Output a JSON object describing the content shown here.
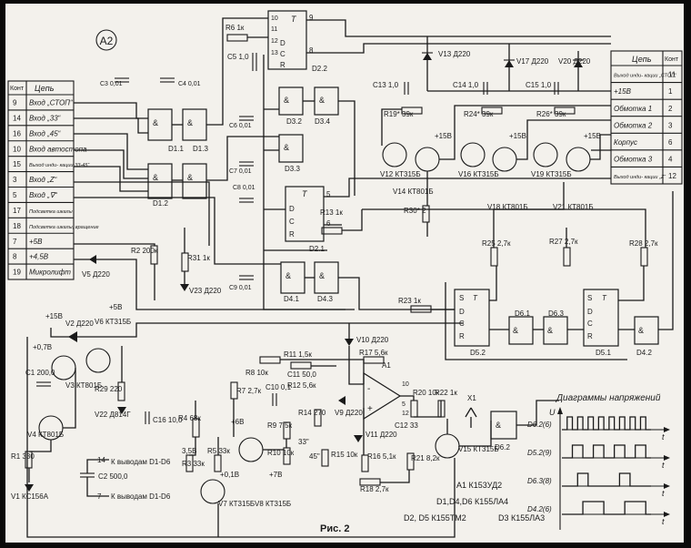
{
  "board_label": "A2",
  "left_table": {
    "header": [
      "Конт",
      "Цепь"
    ],
    "rows": [
      [
        "9",
        "Вход „СТОП“"
      ],
      [
        "14",
        "Вход „33“"
      ],
      [
        "16",
        "Вход „45“"
      ],
      [
        "10",
        "Вход автостопа"
      ],
      [
        "15",
        "Выход инди- кации„33-45“"
      ],
      [
        "3",
        "Вход „Z“"
      ],
      [
        "5",
        "Вход „∇“"
      ],
      [
        "17",
        "Подсветка шкалы"
      ],
      [
        "18",
        "Подсветка шкалы, вращение"
      ],
      [
        "7",
        "+5В"
      ],
      [
        "8",
        "+4,5В"
      ],
      [
        "19",
        "Микролифт"
      ]
    ]
  },
  "right_table": {
    "header": [
      "Цепь",
      "Конт"
    ],
    "rows": [
      [
        "Выход инди- кации „СТОП“",
        "11"
      ],
      [
        "+15В",
        "1"
      ],
      [
        "Обмотка 1",
        "2"
      ],
      [
        "Обмотка 2",
        "3"
      ],
      [
        "Корпус",
        "6"
      ],
      [
        "Обмотка 3",
        "4"
      ],
      [
        "Выход инди- кации „Z“",
        "12"
      ]
    ]
  },
  "components": {
    "R6": "R6 1к",
    "C5": "C5 1,0",
    "C3": "C3 0,01",
    "C4": "C4 0,01",
    "C6": "C6 0,01",
    "C7": "C7 0,01",
    "C8": "C8 0,01",
    "C9": "C9 0,01",
    "R13": "R13 1к",
    "R30": "R30* 2",
    "V14": "V14 КТ801Б",
    "C13": "C13 1,0",
    "C14": "C14 1,0",
    "C15": "C15 1,0",
    "V13": "V13 Д220",
    "V17": "V17 Д220",
    "V20": "V20 Д220",
    "R19": "R19* 39к",
    "R24": "R24* 39к",
    "R26": "R26* 39к",
    "V12": "V12 КТ315Б",
    "V16": "V16 КТ315Б",
    "V19": "V19 КТ315Б",
    "V18": "V18 КТ801Б",
    "V21": "V21 КТ801Б",
    "R25": "R25 2,7к",
    "R27": "R27 2,7к",
    "R28": "R28 2,7к",
    "R23": "R23 1к",
    "R2": "R2 200к",
    "R31": "R31 1к",
    "V23": "V23 Д220",
    "V5": "V5 Д220",
    "V2": "V2 Д220",
    "V6": "V6 КТ315Б",
    "V3": "V3 КТ801Б",
    "C1": "C1 200,0",
    "R29": "R29 220",
    "V22": "V22 Д814Г",
    "C16": "C16 10,0",
    "V4": "V4 КТ801Б",
    "R1": "R1 330",
    "V1": "V1 КС156А",
    "C2": "C2 500,0",
    "R4": "R4 68к",
    "R3": "R3 33к",
    "R5": "R5 33к",
    "R7": "R7 2,7к",
    "R8": "R8 10к",
    "R11": "R11 1,5к",
    "C11": "C11 50,0",
    "R12": "R12 5,6к",
    "C10": "C10 0,1",
    "R9": "R9 7,5к",
    "R10": "R10 10к",
    "R14": "R14 270",
    "V9": "V9 Д220",
    "R15": "R15 10к",
    "R16": "R16 5,1к",
    "R17": "R17 5,6к",
    "V10": "V10 Д220",
    "V11": "V11 Д220",
    "C12": "C12 33",
    "R20": "R20 10к",
    "R22": "R22 1к",
    "R21": "R21 8,2к",
    "R18": "R18 2,7к",
    "V15": "V15 КТ315Б",
    "V7": "V7 КТ315Б",
    "V8": "V8 КТ315Б",
    "A1": "A1"
  },
  "gates": {
    "D1_1": "D1.1",
    "D1_2": "D1.2",
    "D1_3": "D1.3",
    "D2_2": "D2.2",
    "D3_2": "D3.2",
    "D3_4": "D3.4",
    "D3_3": "D3.3",
    "D2_1": "D2.1",
    "D4_1": "D4.1",
    "D4_3": "D4.3",
    "D5_2": "D5.2",
    "D6_1": "D6.1",
    "D6_3": "D6.3",
    "D5_1": "D5.1",
    "D4_2": "D4.2",
    "D6_2": "D6.2"
  },
  "misc_text": {
    "v_plus15": "+15В",
    "v_plus5": "+5В",
    "v_078": "+0,7В",
    "v_6b": "+6В",
    "v_358": "3,5В",
    "v_01": "+0,1В",
    "v_76": "+7В",
    "t33": "33\"",
    "t45": "45\"",
    "k_out1": "К выводам D1-D6",
    "k_out2": "К выводам D1-D6",
    "pin14": "14",
    "pin7": "7",
    "x1": "X1"
  },
  "ic_list": {
    "line1": "A1 К153УД2",
    "line2": "D1,D4,D6 К155ЛА4",
    "line3": "D2, D5 К155ТМ2",
    "line4": "D3 К155ЛА3"
  },
  "timing": {
    "title": "Диаграммы напряжений",
    "axis_u": "U",
    "axis_t": "t",
    "signals": [
      {
        "label": "D6.2(6)",
        "levels": [
          0,
          1,
          0,
          1,
          0,
          1,
          0,
          1,
          0,
          1,
          0,
          1,
          0,
          1,
          0,
          1,
          0
        ]
      },
      {
        "label": "D5.2(9)",
        "levels": [
          0,
          0,
          1,
          1,
          0,
          0,
          1,
          1,
          0,
          0,
          1,
          1,
          0,
          0,
          1,
          1,
          0
        ]
      },
      {
        "label": "D6.3(8)",
        "levels": [
          0,
          0,
          0,
          1,
          1,
          0,
          0,
          0,
          0,
          0,
          0,
          1,
          1,
          0,
          0,
          0,
          0
        ]
      },
      {
        "label": "D4.2(6)",
        "levels": [
          0,
          0,
          0,
          0,
          1,
          1,
          1,
          1,
          0,
          0,
          0,
          0,
          1,
          1,
          1,
          1,
          0
        ]
      }
    ]
  },
  "caption": "Рис. 2"
}
